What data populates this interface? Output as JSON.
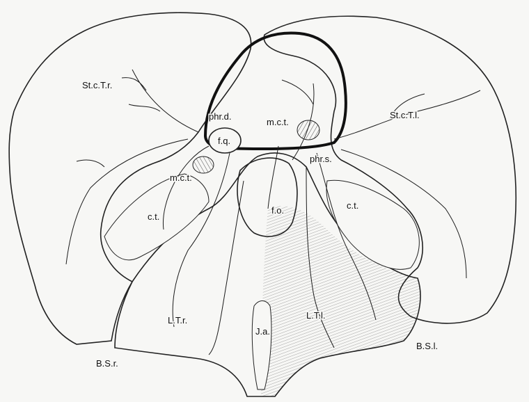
{
  "figure": {
    "labels": {
      "st_c_t_r": "St.c.T.r.",
      "st_c_t_l": "St.c.T.l.",
      "phr_d": "phr.d.",
      "m_c_t_center": "m.c.t.",
      "f_q": "f.q.",
      "phr_s": "phr.s.",
      "m_c_t_left": "m.c.t.",
      "c_t_left": "c.t.",
      "c_t_right": "c.t.",
      "f_o": "f.o.",
      "l_t_r": "L.T.r.",
      "l_t_l": "L.T.l.",
      "j_a": "J.a.",
      "b_s_r": "B.S.r.",
      "b_s_l": "B.S.l."
    }
  }
}
